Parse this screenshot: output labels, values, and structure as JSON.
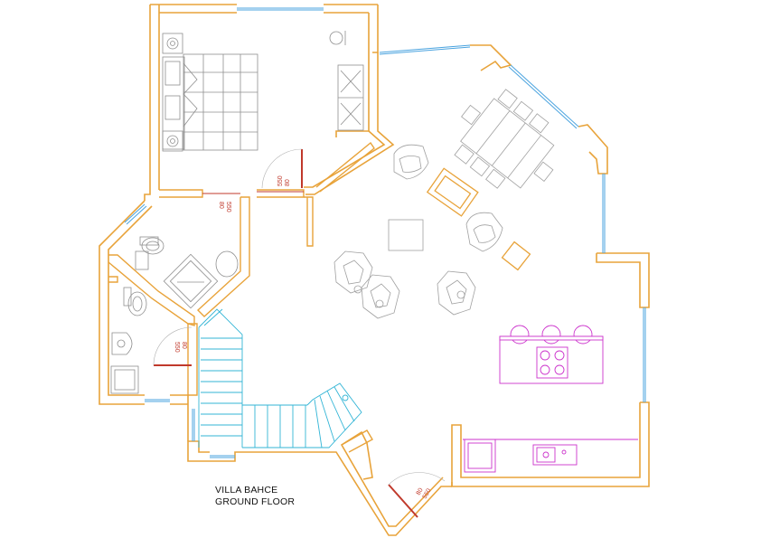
{
  "plan": {
    "title_line1": "VILLA BAHCE",
    "title_line2": "GROUND FLOOR"
  },
  "doors": [
    {
      "label_top": "550",
      "label_bottom": "80"
    },
    {
      "label_top": "550",
      "label_bottom": "80"
    },
    {
      "label_top": "80",
      "label_bottom": "550"
    },
    {
      "label_top": "550",
      "label_bottom": "80"
    }
  ],
  "colors": {
    "wall": "#e8a33a",
    "wall_inner": "#c86a1e",
    "window": "#4aa3df",
    "furniture": "#9a9a9a",
    "stairs": "#33b5d6",
    "kitchen": "#cc33cc",
    "door": "#c0392b"
  }
}
